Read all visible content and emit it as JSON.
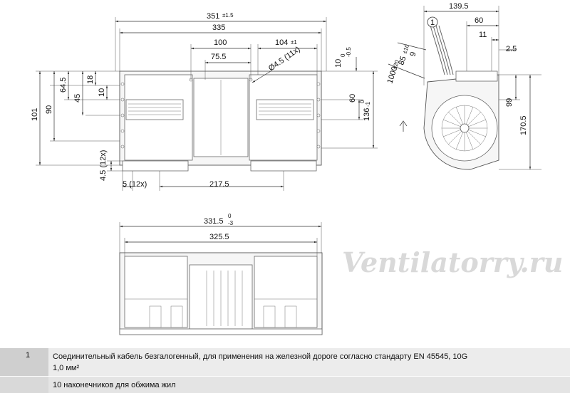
{
  "watermark": "Ventilatorry.ru",
  "front_view": {
    "dim_351": "351",
    "dim_351_tol": "±1.5",
    "dim_335": "335",
    "dim_100": "100",
    "dim_75_5": "75.5",
    "dim_104": "104",
    "dim_104_tol": "±1",
    "dim_hole": "Ø4.5 (11x)",
    "dim_10_top": "10",
    "dim_10_tol_up": "0",
    "dim_10_tol_dn": "-0.5",
    "dim_18": "18",
    "dim_10_left": "10",
    "dim_45": "45",
    "dim_64_5": "64.5",
    "dim_90": "90",
    "dim_101": "101",
    "dim_60": "60",
    "dim_136": "136",
    "dim_136_tol_up": "0",
    "dim_136_tol_dn": "-1",
    "dim_4_5": "4.5 (12x)",
    "dim_5": "5 (12x)",
    "dim_217_5": "217.5"
  },
  "side_view": {
    "dim_139_5": "139.5",
    "dim_60": "60",
    "dim_11": "11",
    "dim_2_5": "2.5",
    "dim_9": "9",
    "dim_85": "85",
    "dim_85_tol": "±10",
    "dim_1000": "1000",
    "dim_1000_tol": "±20",
    "dim_99": "99",
    "dim_170_5": "170.5",
    "callout": "1"
  },
  "bottom_view": {
    "dim_331_5": "331.5",
    "dim_331_tol_up": "0",
    "dim_331_tol_dn": "-3",
    "dim_325_5": "325.5"
  },
  "legend": [
    {
      "num": "1",
      "line1": "Соединительный кабель безгалогенный, для применения на железной дороге согласно стандарту EN 45545, 10G",
      "line2": "1,0 мм²"
    },
    {
      "num": "",
      "line1": "10 наконечников для обжима жил",
      "line2": ""
    }
  ]
}
